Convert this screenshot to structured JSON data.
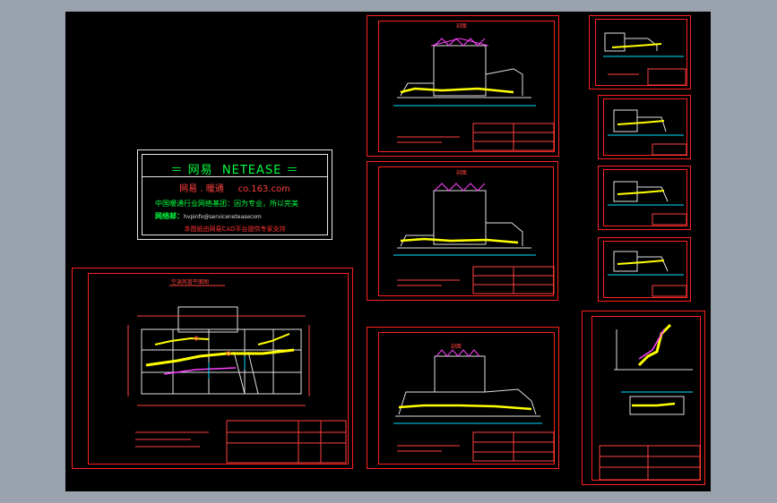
{
  "banner": {
    "title": "＝ 网易  NETEASE ＝",
    "subtitle": "网易 . 暖通     co.163.com",
    "slogan": "中国暖通行业网络基团：因为专业，所以完美",
    "email_label": "网络邮：",
    "email_value": "hvpinfo@serviceneteasecom",
    "note": "本图纸由网易CAD平台提供专家支持"
  },
  "colors": {
    "background": "#000000",
    "frame": "#ff2020",
    "banner_border": "#e8e8e8",
    "banner_text": "#00ff40",
    "duct_yellow": "#ffff00",
    "truss_magenta": "#ff40ff",
    "dim_cyan": "#00e0ff"
  },
  "drawings": {
    "plan_title": "空调风管平面图",
    "section_titles": [
      "剖面",
      "剖面",
      "剖面"
    ]
  }
}
